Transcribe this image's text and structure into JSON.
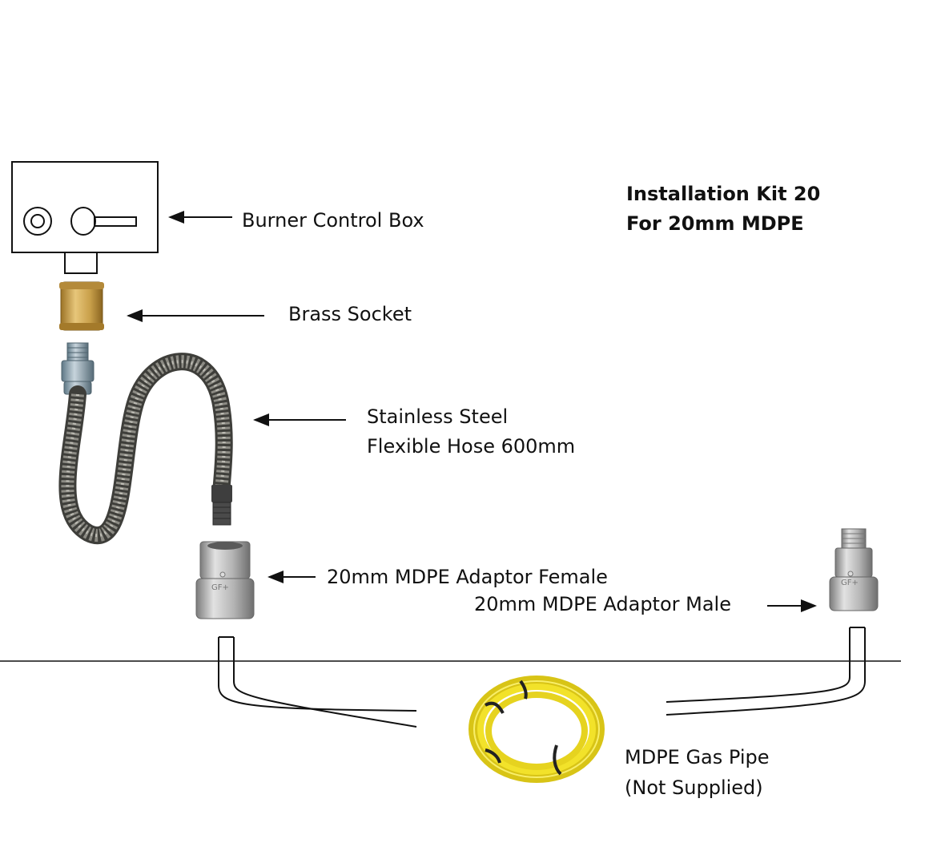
{
  "title": {
    "line1": "Installation Kit 20",
    "line2": "For 20mm MDPE"
  },
  "labels": {
    "burner_control_box": "Burner Control Box",
    "brass_socket": "Brass Socket",
    "hose_line1": "Stainless Steel",
    "hose_line2": "Flexible Hose 600mm",
    "adaptor_female": "20mm MDPE Adaptor Female",
    "adaptor_male": "20mm MDPE Adaptor Male",
    "gas_pipe_line1": "MDPE Gas Pipe",
    "gas_pipe_line2": "(Not Supplied)"
  },
  "adaptor_marking": "GF+",
  "colors": {
    "brass": "#c9a04a",
    "steel": "#a9a9a9",
    "hose": "#6b6b66",
    "gas_pipe": "#f2e22a"
  }
}
